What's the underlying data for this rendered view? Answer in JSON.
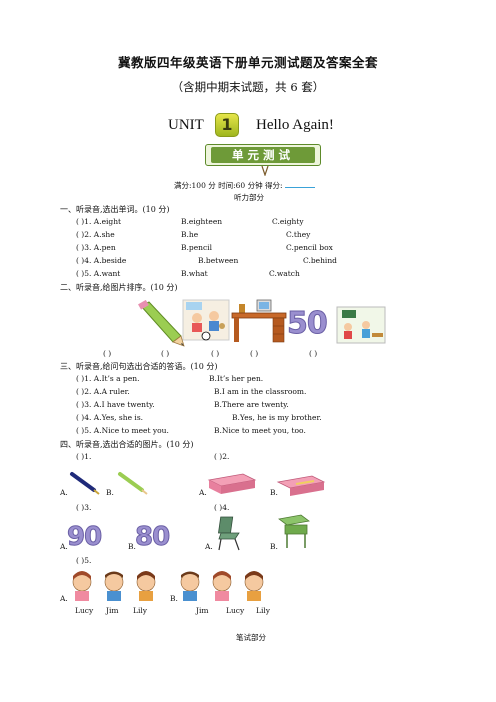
{
  "title": "冀教版四年级英语下册单元测试题及答案全套",
  "subtitle": "（含期中期末试题，共 6 套）",
  "unit": {
    "prefix": "UNIT",
    "number": "1",
    "name": "Hello Again!"
  },
  "banner": "单元测试",
  "score_line": {
    "text": "满分:100 分    时间:60 分钟    得分:"
  },
  "listening_header": "听力部分",
  "section1": {
    "heading": "一、听录音,选出单词。(10 分)",
    "rows": [
      {
        "q": "(       )1. A.eight",
        "b": "B.eighteen",
        "c": "C.eighty"
      },
      {
        "q": "(       )2. A.she",
        "b": "B.he",
        "c": "C.they"
      },
      {
        "q": "(       )3. A.pen",
        "b": "B.pencil",
        "c": "C.pencil box"
      },
      {
        "q": "(       )4. A.beside",
        "b": "B.between",
        "c": "C.behind"
      },
      {
        "q": "(       )5. A.want",
        "b": "B.what",
        "c": "C.watch"
      }
    ]
  },
  "section2": {
    "heading": "二、听录音,给图片排序。(10 分)",
    "blanks": [
      "(       )",
      "(       )",
      "(       )",
      "(       )",
      "(       )"
    ],
    "image_number": "50"
  },
  "section3": {
    "heading": "三、听录音,给问句选出合适的答语。(10 分)",
    "rows": [
      {
        "q": "(       )1. A.It’s a pen.",
        "b": "B.It’s her pen."
      },
      {
        "q": "(       )2. A.A ruler.",
        "b": "B.I am in the classroom."
      },
      {
        "q": "(       )3. A.I have twenty.",
        "b": "B.There are twenty."
      },
      {
        "q": "(       )4. A.Yes, she is.",
        "b": "B.Yes, he is my brother."
      },
      {
        "q": "(       )5. A.Nice to meet you.",
        "b": "B.Nice to meet you, too."
      }
    ]
  },
  "section4": {
    "heading": "四、听录音,选出合适的图片。(10 分)",
    "q1": "(       )1.",
    "q2": "(       )2.",
    "q3": "(       )3.",
    "q4": "(       )4.",
    "q5": "(       )5.",
    "label_a": "A.",
    "label_b": "B.",
    "numbers": [
      "90",
      "80"
    ],
    "names_a": [
      "Lucy",
      "Jim",
      "Lily"
    ],
    "names_b": [
      "Jim",
      "Lucy",
      "Lily"
    ]
  },
  "written_header": "笔试部分",
  "colors": {
    "banner_green": "#6e9a38",
    "underline_blue": "#3aa2d8",
    "number_purple": "#9a8fcf"
  }
}
